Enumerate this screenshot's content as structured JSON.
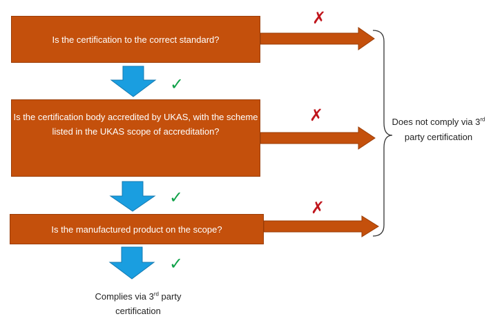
{
  "questions": [
    {
      "text": "Is the certification to the correct standard?"
    },
    {
      "text": "Is the certification body accredited by UKAS, with the scheme listed in the UKAS scope of accreditation?"
    },
    {
      "text": "Is the manufactured product on the scope?"
    }
  ],
  "outcomes": {
    "fail": {
      "pre": "Does not comply via 3",
      "sup": "rd",
      "post": " party certification"
    },
    "pass": {
      "pre": "Complies via 3",
      "sup": "rd",
      "post": " party certification"
    }
  },
  "marks": {
    "cross": "✗",
    "check": "✓"
  },
  "colors": {
    "box": "#c4500c",
    "down_arrow": "#1a9ee0",
    "cross": "#c0161d",
    "check": "#11a24a"
  }
}
